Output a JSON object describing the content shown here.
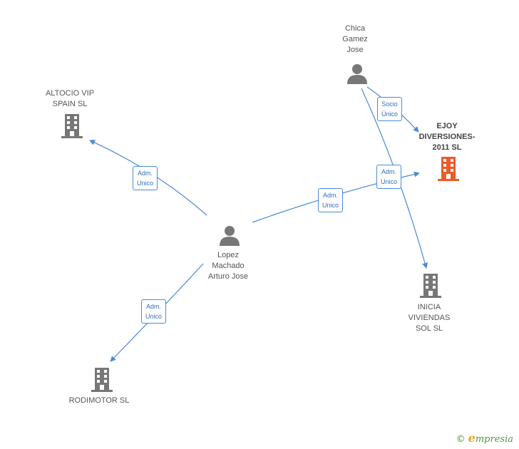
{
  "nodes": {
    "altocio": {
      "label": "ALTOCIO VIP\nSPAIN SL",
      "type": "company"
    },
    "chica": {
      "label": "Chica\nGamez\nJose",
      "type": "person"
    },
    "ejoy": {
      "label": "EJOY\nDIVERSIONES-\n2011 SL",
      "type": "company-main"
    },
    "lopez": {
      "label": "Lopez\nMachado\nArturo Jose",
      "type": "person"
    },
    "inicia": {
      "label": "INICIA\nVIVIENDAS\nSOL SL",
      "type": "company"
    },
    "rodimotor": {
      "label": "RODIMOTOR SL",
      "type": "company"
    }
  },
  "edges": [
    {
      "from": "lopez",
      "to": "altocio",
      "label": "Adm.\nUnico"
    },
    {
      "from": "lopez",
      "to": "ejoy",
      "label": "Adm.\nUnico"
    },
    {
      "from": "lopez",
      "to": "rodimotor",
      "label": "Adm.\nUnico"
    },
    {
      "from": "chica",
      "to": "ejoy",
      "label": "Socio\nÚnico"
    },
    {
      "from": "chica",
      "to": "inicia",
      "label": "Adm.\nUnico"
    }
  ],
  "footer": {
    "copyright": "©",
    "brand_initial": "e",
    "brand_rest": "mpresia"
  },
  "colors": {
    "edge": "#4a8ad6",
    "company": "#777777",
    "company_main": "#f05a28",
    "person": "#777777"
  }
}
